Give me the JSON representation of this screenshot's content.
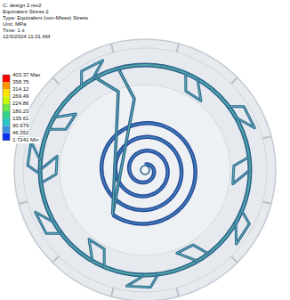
{
  "diagram": {
    "title": "C: design 2 rev2",
    "labels": [
      "Equivalent Stress 2",
      "Type: Equivalent (von-Mises) Stress",
      "Unit: MPa",
      "Time: 1 s",
      "12/3/2024 11:01 AM",
      "403.37 Max",
      "358.75",
      "314.12",
      "269.49",
      "224.86",
      "180.23",
      "135.61",
      "90.979",
      "46.352",
      "1.7241 Min"
    ]
  }
}
